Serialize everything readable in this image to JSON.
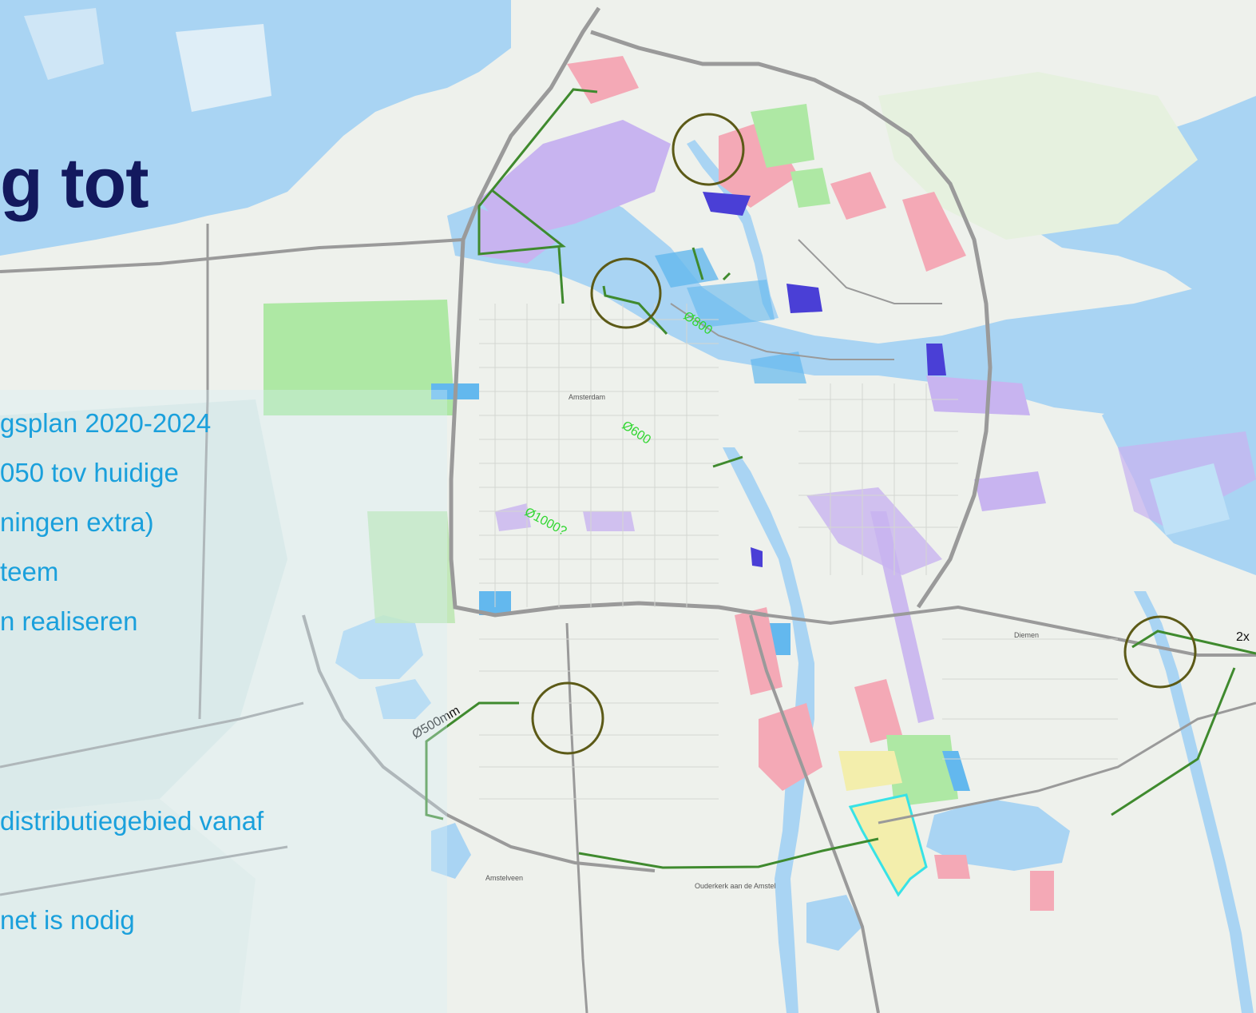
{
  "slide": {
    "title_fragment": "g tot",
    "bullets": [
      "gsplan 2020-2024",
      "050 tov huidige",
      "ningen extra)",
      "teem",
      "n realiseren",
      "distributiegebied vanaf",
      "net  is nodig"
    ]
  },
  "map": {
    "pipe_labels": [
      "Ø800",
      "Ø600",
      "Ø1000?",
      "Ø500mm",
      "2x"
    ],
    "place_labels": [
      "Amsterdam",
      "Amstelveen",
      "Diemen",
      "Ouderkerk aan de Amstel"
    ],
    "colors": {
      "water": "#a9d4f3",
      "land": "#eef1ec",
      "road": "#9a9a9a",
      "pipe_line": "#3f8a2e",
      "circle": "#5c5a17",
      "label_green": "#2fd62f",
      "area_purple": "#c8b4f0",
      "area_pink": "#f4a9b6",
      "area_green": "#aee8a4",
      "area_blue": "#63b8ee",
      "area_yellow": "#f3eeac",
      "area_cyan_outline": "#38e2e6",
      "dark_blue": "#4a3fd6"
    }
  }
}
